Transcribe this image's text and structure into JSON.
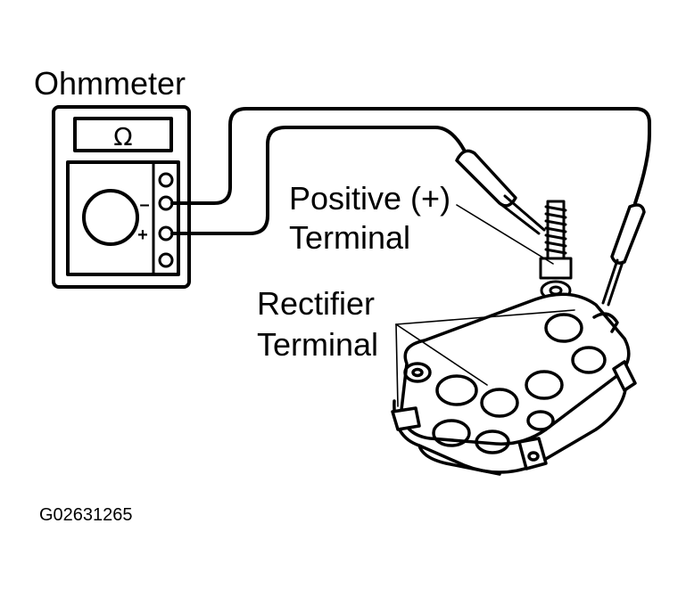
{
  "diagram": {
    "meter_title": "Ohmmeter",
    "meter_display_symbol": "Ω",
    "meter_minus_mark": "–",
    "meter_plus_mark": "+",
    "callout_positive": [
      "Positive (+)",
      "Terminal"
    ],
    "callout_rectifier": [
      "Rectifier",
      "Terminal"
    ],
    "figure_id": "G02631265",
    "colors": {
      "ink": "#000000",
      "paper": "#ffffff"
    }
  }
}
